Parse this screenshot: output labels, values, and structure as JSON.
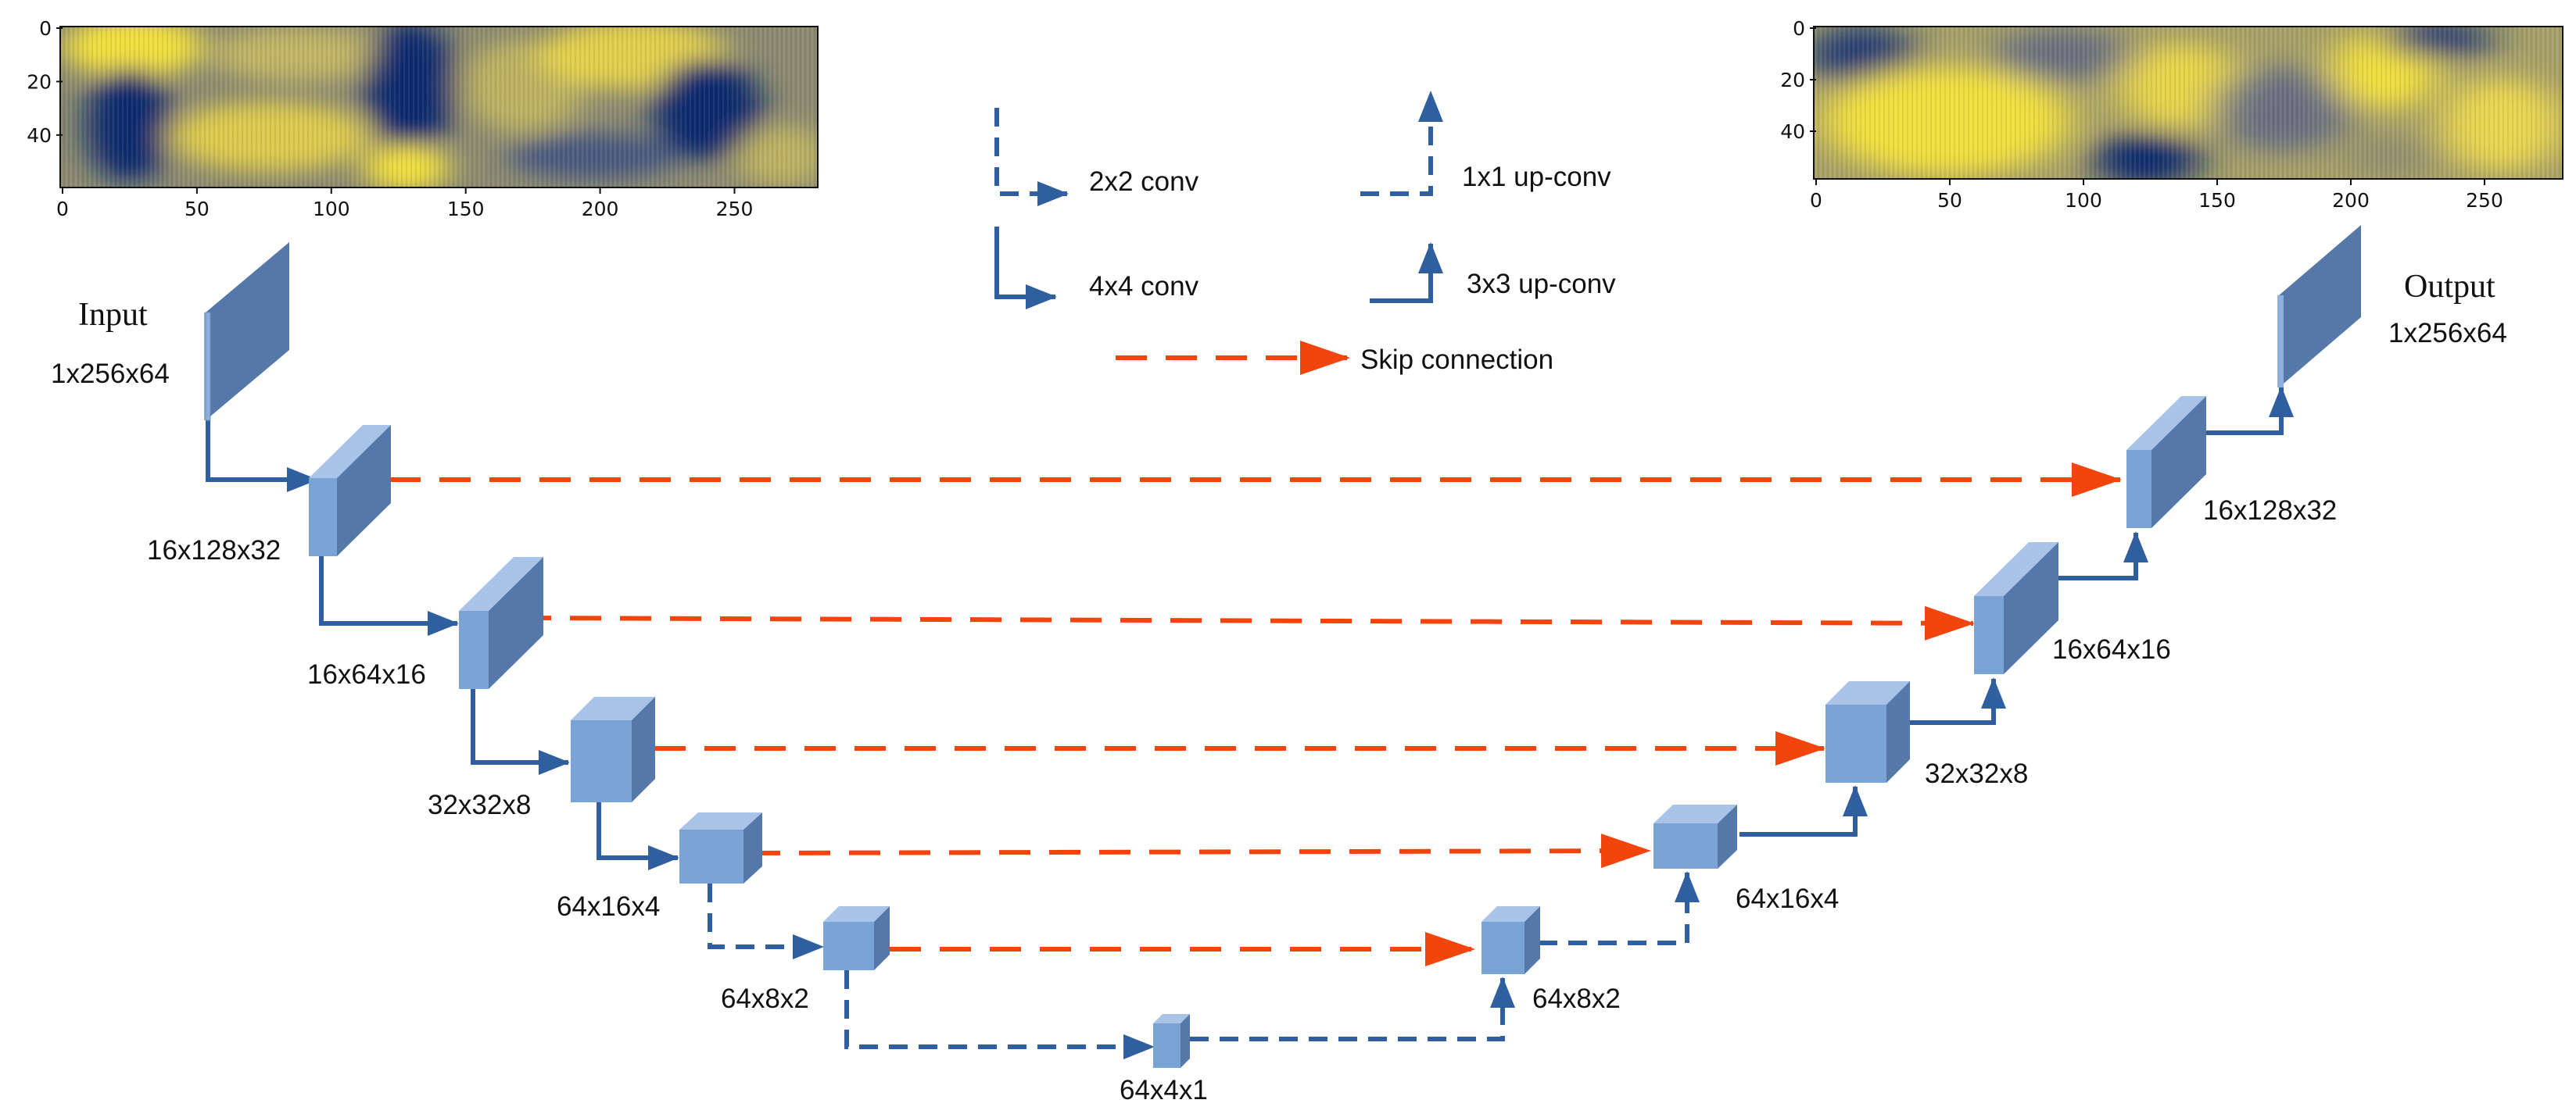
{
  "colors": {
    "block_front": "#7aa3d6",
    "block_top": "#a9c4e8",
    "block_side": "#5678a8",
    "io_front": "#6a8fc0",
    "conv_arrow": "#2f5f9f",
    "skip_arrow": "#f2440d",
    "heatmap_low": "#0c2a6e",
    "heatmap_mid": "#8c8a70",
    "heatmap_high": "#f2df3e"
  },
  "input_heatmap": {
    "x_ticks": [
      "0",
      "50",
      "100",
      "150",
      "200",
      "250"
    ],
    "y_ticks": [
      "0",
      "20",
      "40"
    ]
  },
  "output_heatmap": {
    "x_ticks": [
      "0",
      "50",
      "100",
      "150",
      "200",
      "250"
    ],
    "y_ticks": [
      "0",
      "20",
      "40"
    ]
  },
  "input": {
    "title": "Input",
    "size": "1x256x64"
  },
  "output": {
    "title": "Output",
    "size": "1x256x64"
  },
  "legend": {
    "conv2x2": "2x2 conv",
    "conv4x4": "4x4 conv",
    "upconv1x1": "1x1 up-conv",
    "upconv3x3": "3x3 up-conv",
    "skip": "Skip connection"
  },
  "encoder": [
    {
      "size": "16x128x32"
    },
    {
      "size": "16x64x16"
    },
    {
      "size": "32x32x8"
    },
    {
      "size": "64x16x4"
    },
    {
      "size": "64x8x2"
    }
  ],
  "bottleneck": {
    "size": "64x4x1"
  },
  "decoder": [
    {
      "size": "64x8x2"
    },
    {
      "size": "64x16x4"
    },
    {
      "size": "32x32x8"
    },
    {
      "size": "16x64x16"
    },
    {
      "size": "16x128x32"
    }
  ]
}
